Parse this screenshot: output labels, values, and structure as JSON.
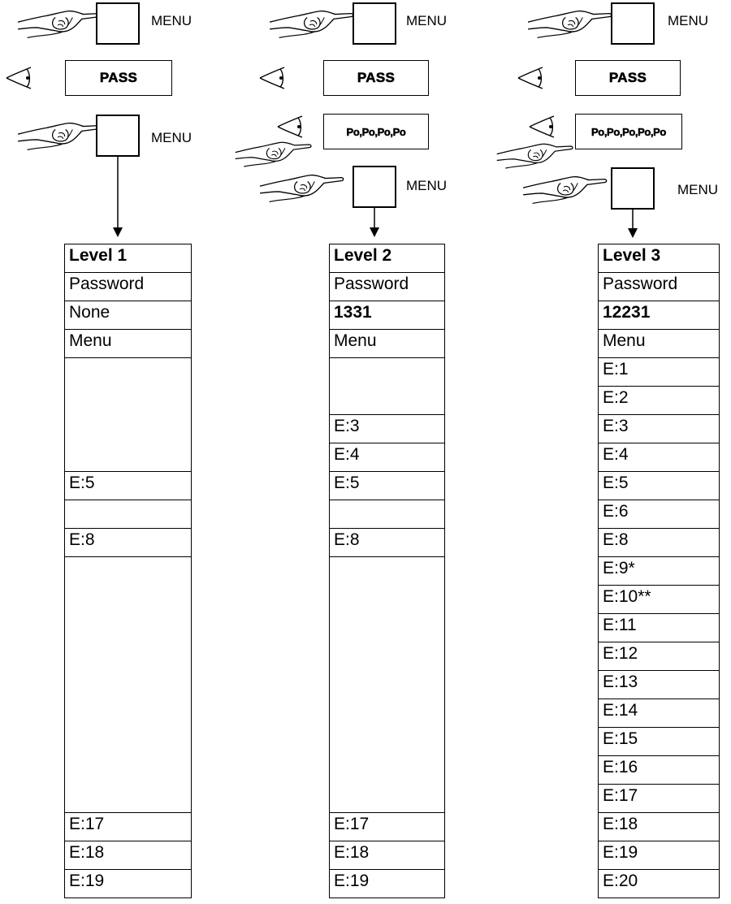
{
  "buttons": {
    "menu_label": "MENU"
  },
  "displays": {
    "pass": "PASS",
    "pass_code_level2": "Po,Po,Po,Po",
    "pass_code_level3": "Po,Po,Po,Po,Po"
  },
  "icons": {
    "press": "pointing-hand-icon",
    "watch": "eye-icon"
  },
  "levels": [
    {
      "title": "Level 1",
      "password_label": "Password",
      "password": "None",
      "menu_label": "Menu",
      "entries": [
        "",
        "",
        "",
        "",
        "E:5",
        "",
        "E:8",
        "",
        "",
        "",
        "",
        "",
        "",
        "",
        "",
        "E:17",
        "E:18",
        "E:19"
      ]
    },
    {
      "title": "Level 2",
      "password_label": "Password",
      "password": "1331",
      "menu_label": "Menu",
      "entries": [
        "",
        "",
        "E:3",
        "E:4",
        "E:5",
        "",
        "E:8",
        "",
        "",
        "",
        "",
        "",
        "",
        "",
        "",
        "E:17",
        "E:18",
        "E:19"
      ]
    },
    {
      "title": "Level 3",
      "password_label": "Password",
      "password": "12231",
      "menu_label": "Menu",
      "entries": [
        "E:1",
        "E:2",
        "E:3",
        "E:4",
        "E:5",
        "E:6",
        "E:8",
        "E:9*",
        "E:10**",
        "E:11",
        "E:12",
        "E:13",
        "E:14",
        "E:15",
        "E:16",
        "E:17",
        "E:18",
        "E:19",
        "E:20"
      ]
    }
  ]
}
